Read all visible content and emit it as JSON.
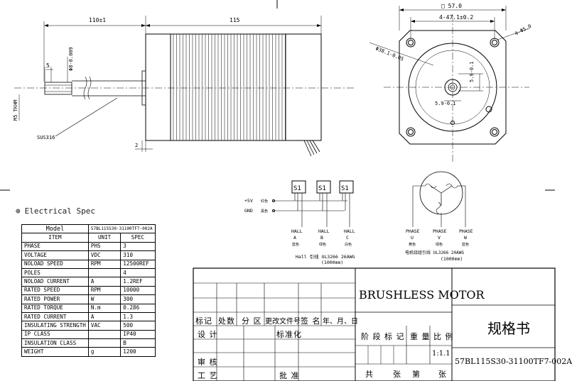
{
  "dimensions": {
    "cable_length": "110±1",
    "body_length": "115",
    "stud_width": "5",
    "shaft_dia": "Φ8-0.009",
    "screw": "M5 TKHM",
    "flange_offset": "2",
    "material": "SUS316",
    "square": "□ 57.0",
    "hole_spacing": "4-47.1±0.2",
    "hole_dia": "4-Φ5.0",
    "pcd": "Φ38.1-0.05",
    "flat_v": "5.9-0.1",
    "flat_h": "5.9-0.1"
  },
  "spec": {
    "title": "Electrical Spec",
    "header": [
      "Model",
      "57BL115S30-31100TF7-002A"
    ],
    "columns": [
      "ITEM",
      "UNIT",
      "SPEC"
    ],
    "rows": [
      [
        "PHASE",
        "PHS",
        "3"
      ],
      [
        "VOLTAGE",
        "VDC",
        "310"
      ],
      [
        "NOLOAD SPEED",
        "RPM",
        "12500REF"
      ],
      [
        "POLES",
        "",
        "4"
      ],
      [
        "NOLOAD CURRENT",
        "A",
        "1.2REF"
      ],
      [
        "RATED SPEED",
        "RPM",
        "10000"
      ],
      [
        "RATED POWER",
        "W",
        "300"
      ],
      [
        "RATED TORQUE",
        "N.m",
        "0.286"
      ],
      [
        "RATED CURRENT",
        "A",
        "1.3"
      ],
      [
        "INSULATING STRENGTH",
        "VAC",
        "500"
      ],
      [
        "IP CLASS",
        "",
        "IP40"
      ],
      [
        "INSULATION CLASS",
        "",
        "B"
      ],
      [
        "WEIGHT",
        "g",
        "1200"
      ]
    ]
  },
  "wiring": {
    "sensors": [
      "S1",
      "S1",
      "S1"
    ],
    "vcc": "+5V",
    "vcc_color": "红色",
    "gnd": "GND",
    "gnd_color": "黑色",
    "hall": [
      {
        "name": "HALL",
        "letter": "A",
        "color": "蓝色"
      },
      {
        "name": "HALL",
        "letter": "B",
        "color": "绿色"
      },
      {
        "name": "HALL",
        "letter": "C",
        "color": "白色"
      }
    ],
    "hall_cable": "Hall 引线 UL3266 26AWG",
    "hall_len": "(1000mm)",
    "phase": [
      {
        "name": "PHASE",
        "letter": "U",
        "color": "黄色"
      },
      {
        "name": "PHASE",
        "letter": "V",
        "color": "绿色"
      },
      {
        "name": "PHASE",
        "letter": "W",
        "color": "蓝色"
      }
    ],
    "phase_cable": "电机绕组引线 UL3266 20AWG",
    "phase_len": "(1000mm)"
  },
  "title_block": {
    "product": "BRUSHLESS MOTOR",
    "doc_title": "规格书",
    "part_number": "57BL115S30-31100TF7-002A",
    "labels": {
      "mark": "标记",
      "count": "处数",
      "zone": "分 区",
      "change_doc": "更改文件号",
      "sign": "签 名",
      "date": "年、月、日",
      "design": "设 计",
      "standard": "标准化",
      "stage": "阶 段 标 记",
      "weight": "重 量",
      "scale": "比 例",
      "review": "审 核",
      "process": "工 艺",
      "approve": "批 准",
      "total": "共",
      "sheets": "张",
      "sheet_no": "第",
      "sheet": "张"
    },
    "scale_value": "1:1.1"
  }
}
